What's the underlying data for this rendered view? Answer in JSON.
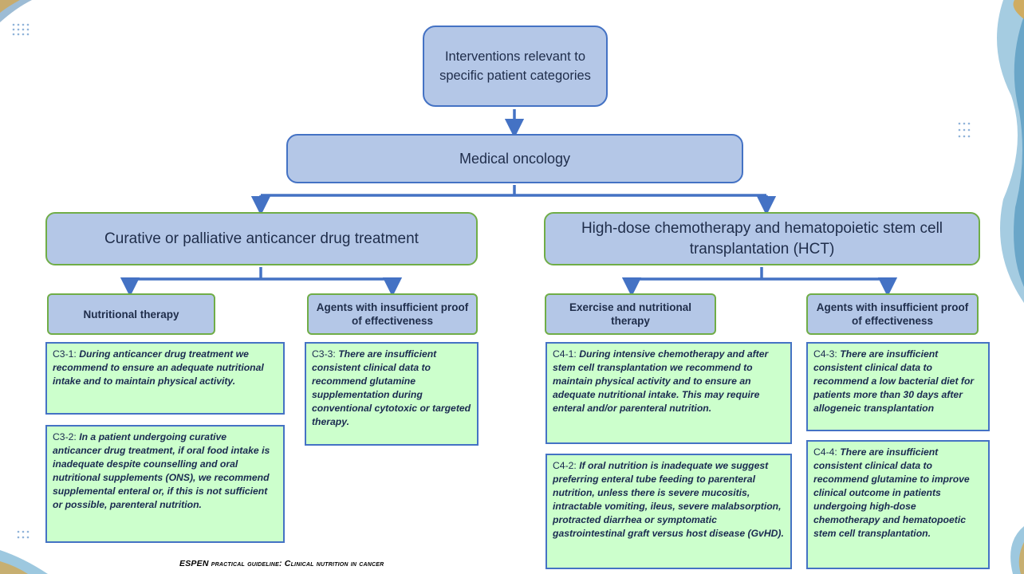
{
  "root": {
    "label": "Interventions relevant to specific patient categories"
  },
  "medical": {
    "label": "Medical oncology"
  },
  "branches": {
    "left": {
      "label": "Curative or palliative anticancer drug treatment",
      "cat1": "Nutritional therapy",
      "cat2": "Agents with insufficient proof of effectiveness"
    },
    "right": {
      "label": "High-dose chemotherapy and hematopoietic stem cell transplantation (HCT)",
      "cat1": "Exercise and nutritional therapy",
      "cat2": "Agents with insufficient proof of effectiveness"
    }
  },
  "recs": {
    "c3_1": {
      "id": "C3-1:",
      "text": "During anticancer drug treatment we recommend to ensure an adequate nutritional intake and to maintain physical activity."
    },
    "c3_2": {
      "id": "C3-2:",
      "text": "In a patient undergoing curative anticancer drug treatment, if oral food intake is inadequate despite counselling and oral nutritional supplements (ONS), we recommend supplemental enteral or, if this is not sufficient or possible, parenteral nutrition."
    },
    "c3_3": {
      "id": "C3-3:",
      "text": "There are insufficient consistent clinical data to recommend glutamine supplementation during conventional cytotoxic or targeted therapy."
    },
    "c4_1": {
      "id": "C4-1:",
      "text": "During intensive chemotherapy and after stem cell transplantation we recommend to maintain physical activity and to ensure an adequate nutritional intake. This may require enteral and/or parenteral nutrition."
    },
    "c4_2": {
      "id": "C4-2:",
      "text": "If oral nutrition is inadequate we suggest preferring enteral tube feeding to parenteral nutrition, unless there is severe mucositis, intractable vomiting, ileus, severe malabsorption, protracted diarrhea or symptomatic gastrointestinal graft versus host disease (GvHD)."
    },
    "c4_3": {
      "id": "C4-3:",
      "text": "There are insufficient consistent clinical data to recommend a low bacterial diet for patients more than 30 days after allogeneic transplantation"
    },
    "c4_4": {
      "id": "C4-4:",
      "text": "There are insufficient consistent clinical data to recommend glutamine to improve clinical outcome in patients undergoing high-dose chemotherapy and hematopoetic stem cell transplantation."
    }
  },
  "footer": "ESPEN practical guideline: Clinical nutrition in cancer",
  "colors": {
    "node_fill": "#b4c7e7",
    "node_border": "#4472c4",
    "green_border": "#70ad47",
    "rec_fill": "#ccffcc",
    "connector": "#4472c4"
  }
}
